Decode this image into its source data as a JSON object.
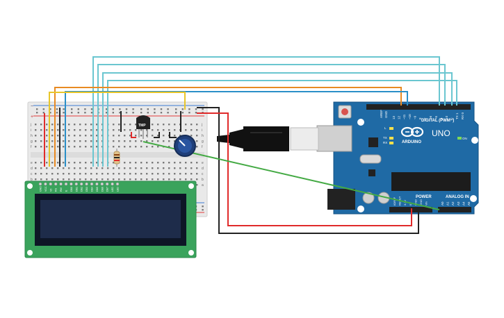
{
  "arduino": {
    "brand": "ARDUINO",
    "model": "UNO",
    "header_digital": "DIGITAL (PWM~)",
    "header_analog": "ANALOG IN",
    "header_power": "POWER",
    "label_on": "ON",
    "label_l": "L",
    "label_tx": "TX",
    "label_rx": "RX",
    "label_aref": "AREF",
    "label_gnd": "GND",
    "digital_pins": [
      "13",
      "12",
      "~11",
      "~10",
      "~9",
      "8",
      "7",
      "~6",
      "~5",
      "4",
      "~3",
      "2",
      "TX 1",
      "RX 0"
    ],
    "analog_pins": [
      "A0",
      "A1",
      "A2",
      "A3",
      "A4",
      "A5"
    ],
    "power_pins": [
      "IOREF",
      "RESET",
      "3.3V",
      "5V",
      "GND",
      "GND",
      "Vin"
    ]
  },
  "sensor": {
    "label": "TMP"
  },
  "breadboard": {
    "row_letters_top": [
      "j",
      "i",
      "h",
      "g",
      "f"
    ],
    "row_letters_bottom": [
      "e",
      "d",
      "c",
      "b",
      "a"
    ],
    "rail_plus": "+",
    "rail_minus": "−"
  },
  "lcd": {
    "pin_labels": [
      "GND",
      "VCC",
      "V0",
      "RS",
      "RW",
      "E",
      "DB0",
      "DB1",
      "DB2",
      "DB3",
      "DB4",
      "DB5",
      "DB6",
      "DB7",
      "LED",
      "LED"
    ]
  },
  "colors": {
    "arduino": "#1f6aa5",
    "lcd_pcb": "#3aa35c",
    "lcd_screen": "#1e2c4a",
    "wire_red": "#e02a2a",
    "wire_black": "#222222",
    "wire_cyan": "#6ac6d0",
    "wire_yellow": "#e8c62a",
    "wire_orange": "#e88a22",
    "wire_blue": "#2a8fc8",
    "wire_green": "#44aa44"
  }
}
